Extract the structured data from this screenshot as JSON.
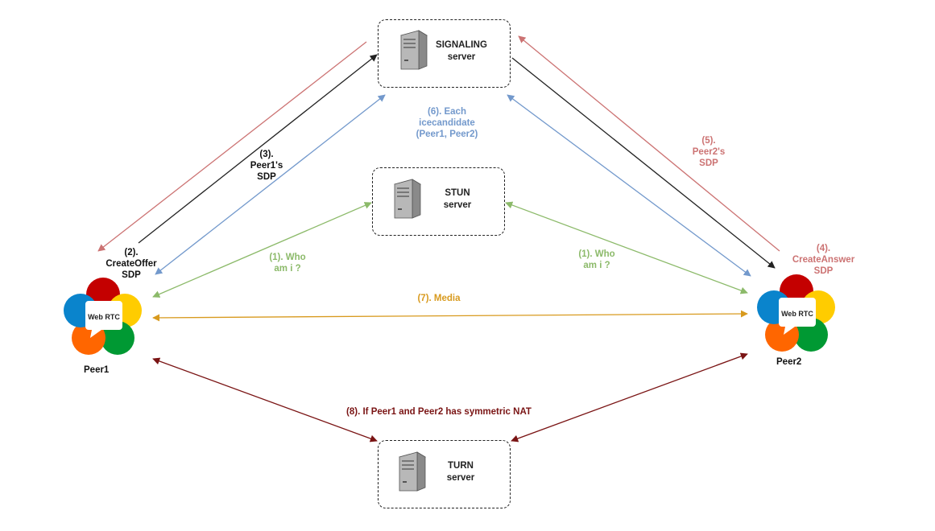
{
  "servers": {
    "signaling": {
      "line1": "SIGNALING",
      "line2": "server"
    },
    "stun": {
      "line1": "STUN",
      "line2": "server"
    },
    "turn": {
      "line1": "TURN",
      "line2": "server"
    }
  },
  "peers": {
    "peer1": {
      "name": "Peer1",
      "logo_text": "Web RTC"
    },
    "peer2": {
      "name": "Peer2",
      "logo_text": "Web RTC"
    }
  },
  "steps": {
    "s1_left": {
      "line1": "(1). Who",
      "line2": "am i ?"
    },
    "s1_right": {
      "line1": "(1). Who",
      "line2": "am i ?"
    },
    "s2": {
      "line1": "(2).",
      "line2": "CreateOffer",
      "line3": "SDP"
    },
    "s3": {
      "line1": "(3).",
      "line2": "Peer1's",
      "line3": "SDP"
    },
    "s4": {
      "line1": "(4).",
      "line2": "CreateAnswer",
      "line3": "SDP"
    },
    "s5": {
      "line1": "(5).",
      "line2": "Peer2's",
      "line3": "SDP"
    },
    "s6": {
      "line1": "(6). Each",
      "line2": "icecandidate",
      "line3": "(Peer1, Peer2)"
    },
    "s7": {
      "text": "(7). Media"
    },
    "s8": {
      "text": "(8). If Peer1 and Peer2 has symmetric NAT"
    }
  },
  "colors": {
    "black": "#222222",
    "salmon": "#cc7373",
    "blue": "#7399cc",
    "green": "#8cba6a",
    "orange": "#d89a1e",
    "darkred": "#7a1414",
    "webrtc_red": "#c40000",
    "webrtc_yellow": "#ffcc00",
    "webrtc_green": "#009933",
    "webrtc_orange": "#ff6600",
    "webrtc_blue": "#0a84cc"
  }
}
